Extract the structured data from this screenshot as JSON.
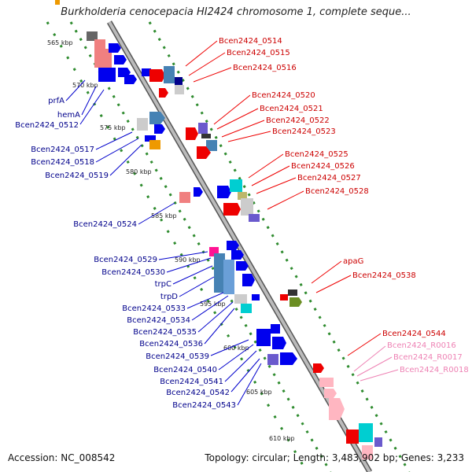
{
  "title": "Burkholderia cenocepacia HI2424 chromosome 1, complete seque...",
  "scale_labels": [
    "565 kbp",
    "570 kbp",
    "575 kbp",
    "580 kbp",
    "585 kbp",
    "590 kbp",
    "595 kbp",
    "600 kbp",
    "605 kbp",
    "610 kbp"
  ],
  "left_labels": [
    "prfA",
    "hemA",
    "Bcen2424_0512",
    "Bcen2424_0517",
    "Bcen2424_0518",
    "Bcen2424_0519",
    "Bcen2424_0524",
    "Bcen2424_0529",
    "Bcen2424_0530",
    "trpC",
    "trpD",
    "Bcen2424_0533",
    "Bcen2424_0534",
    "Bcen2424_0535",
    "Bcen2424_0536",
    "Bcen2424_0539",
    "Bcen2424_0540",
    "Bcen2424_0541",
    "Bcen2424_0542",
    "Bcen2424_0543"
  ],
  "right_labels": [
    "Bcen2424_0514",
    "Bcen2424_0515",
    "Bcen2424_0516",
    "Bcen2424_0520",
    "Bcen2424_0521",
    "Bcen2424_0522",
    "Bcen2424_0523",
    "Bcen2424_0525",
    "Bcen2424_0526",
    "Bcen2424_0527",
    "Bcen2424_0528",
    "apaG",
    "Bcen2424_0538",
    "Bcen2424_0544",
    "Bcen2424_R0016",
    "Bcen2424_R0017",
    "Bcen2424_R0018"
  ],
  "colors": {
    "left_label": "#00008b",
    "right_label": "#cc0000",
    "rna_label": "#ee82b4",
    "strand_blue": "#0000ee",
    "strand_red": "#ee0000",
    "backbone": "#999999",
    "tick": "#2e8b2e"
  },
  "footer": {
    "accession": "Accession: NC_008542",
    "topology": "Topology: circular; Length: 3,483,902 bp; Genes: 3,233"
  }
}
